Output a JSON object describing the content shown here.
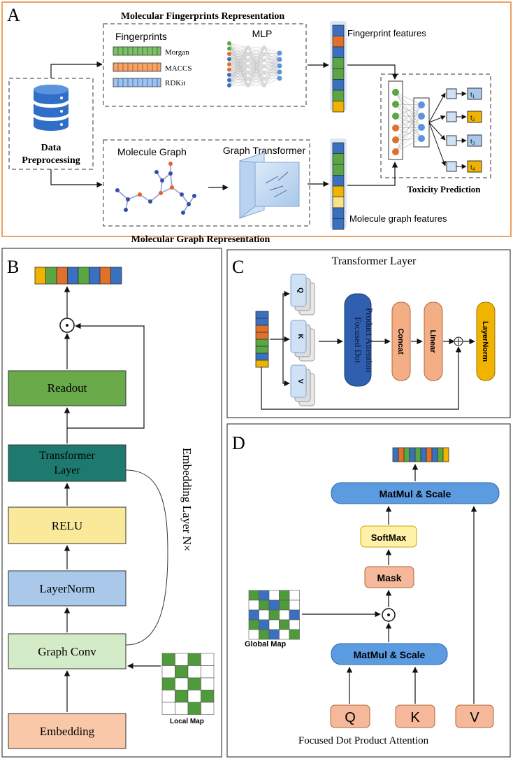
{
  "panel_a": {
    "letter": "A",
    "fingerprint_section_title": "Molecular Fingerprints Representation",
    "fingerprints_label": "Fingerprints",
    "fingerprint_types": [
      "Morgan",
      "MACCS",
      "RDKit"
    ],
    "mlp_label": "MLP",
    "data_label_line1": "Data",
    "data_label_line2": "Preprocessing",
    "fingerprint_features_label": "Fingerprint features",
    "molecule_graph_label": "Molecule Graph",
    "graph_transformer_label": "Graph Transformer",
    "molecule_graph_features_label": "Molecule graph features",
    "graph_section_title": "Molecular Graph Representation",
    "toxicity_label": "Toxicity Prediction",
    "task_labels": [
      "t",
      "t",
      "t",
      "t"
    ],
    "task_subscripts": [
      "1",
      "2",
      "3",
      "4"
    ]
  },
  "panel_b": {
    "letter": "B",
    "readout": "Readout",
    "transformer_line1": "Transformer",
    "transformer_line2": "Layer",
    "relu": "RELU",
    "layernorm": "LayerNorm",
    "graph_conv": "Graph Conv",
    "embedding": "Embedding",
    "embedding_layer_label": "Embedding Layer N×",
    "local_map_label": "Local Map",
    "dot_symbol": "⊙"
  },
  "panel_c": {
    "letter": "C",
    "title": "Transformer Layer",
    "q": "Q",
    "k": "K",
    "v": "V",
    "focused_line1": "Focused Dot",
    "focused_line2": "Product Attention",
    "concat": "Concat",
    "linear": "Linear",
    "layernorm": "LayerNorm"
  },
  "panel_d": {
    "letter": "D",
    "matmul_top": "MatMul & Scale",
    "softmax": "SoftMax",
    "mask": "Mask",
    "matmul_bottom": "MatMul & Scale",
    "global_map_label": "Global Map",
    "q": "Q",
    "k": "K",
    "v": "V",
    "caption": "Focused Dot Product Attention"
  },
  "colors": {
    "blue": "#3a70c0",
    "orange": "#e0702a",
    "green": "#5aa642",
    "yellow": "#f0b400",
    "panel_a_border": "#f0a060"
  }
}
